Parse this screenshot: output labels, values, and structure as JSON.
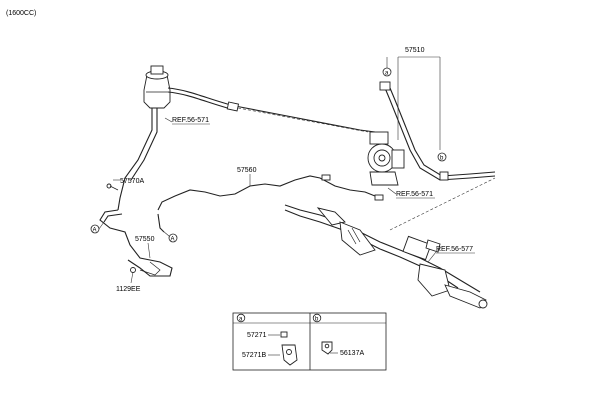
{
  "variant_label": "(1600CC)",
  "part_labels": {
    "p57510": "57510",
    "p57570A": "57570A",
    "p57560": "57560",
    "p57550": "57550",
    "p1129EE": "1129EE",
    "p57271": "57271",
    "p57271B": "57271B",
    "p56137A": "56137A"
  },
  "references": {
    "ref1": "REF.56-571",
    "ref2": "REF.56-571",
    "ref3": "REF.56-577"
  },
  "callouts": {
    "a": "a",
    "b": "b",
    "A": "A"
  },
  "detail_box": {
    "section_a": "a",
    "section_b": "b"
  }
}
